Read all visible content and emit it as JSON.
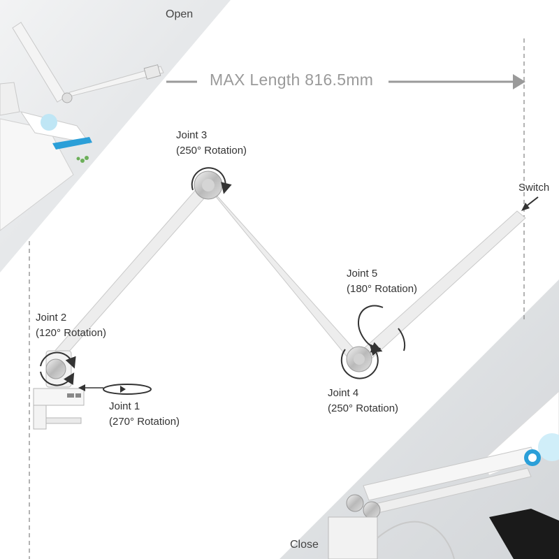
{
  "header": {
    "open_label": "Open",
    "close_label": "Close",
    "max_length": "MAX Length 816.5mm",
    "switch_label": "Switch"
  },
  "joints": {
    "joint1": {
      "name": "Joint 1",
      "rotation": "(270° Rotation)"
    },
    "joint2": {
      "name": "Joint 2",
      "rotation": "(120° Rotation)"
    },
    "joint3": {
      "name": "Joint 3",
      "rotation": "(250° Rotation)"
    },
    "joint4": {
      "name": "Joint 4",
      "rotation": "(250° Rotation)"
    },
    "joint5": {
      "name": "Joint 5",
      "rotation": "(180° Rotation)"
    }
  },
  "colors": {
    "arm": "#ececec",
    "arrow": "#333333",
    "photo_bg": "#e6e8ea",
    "accent_blue": "#2b9fd8"
  }
}
